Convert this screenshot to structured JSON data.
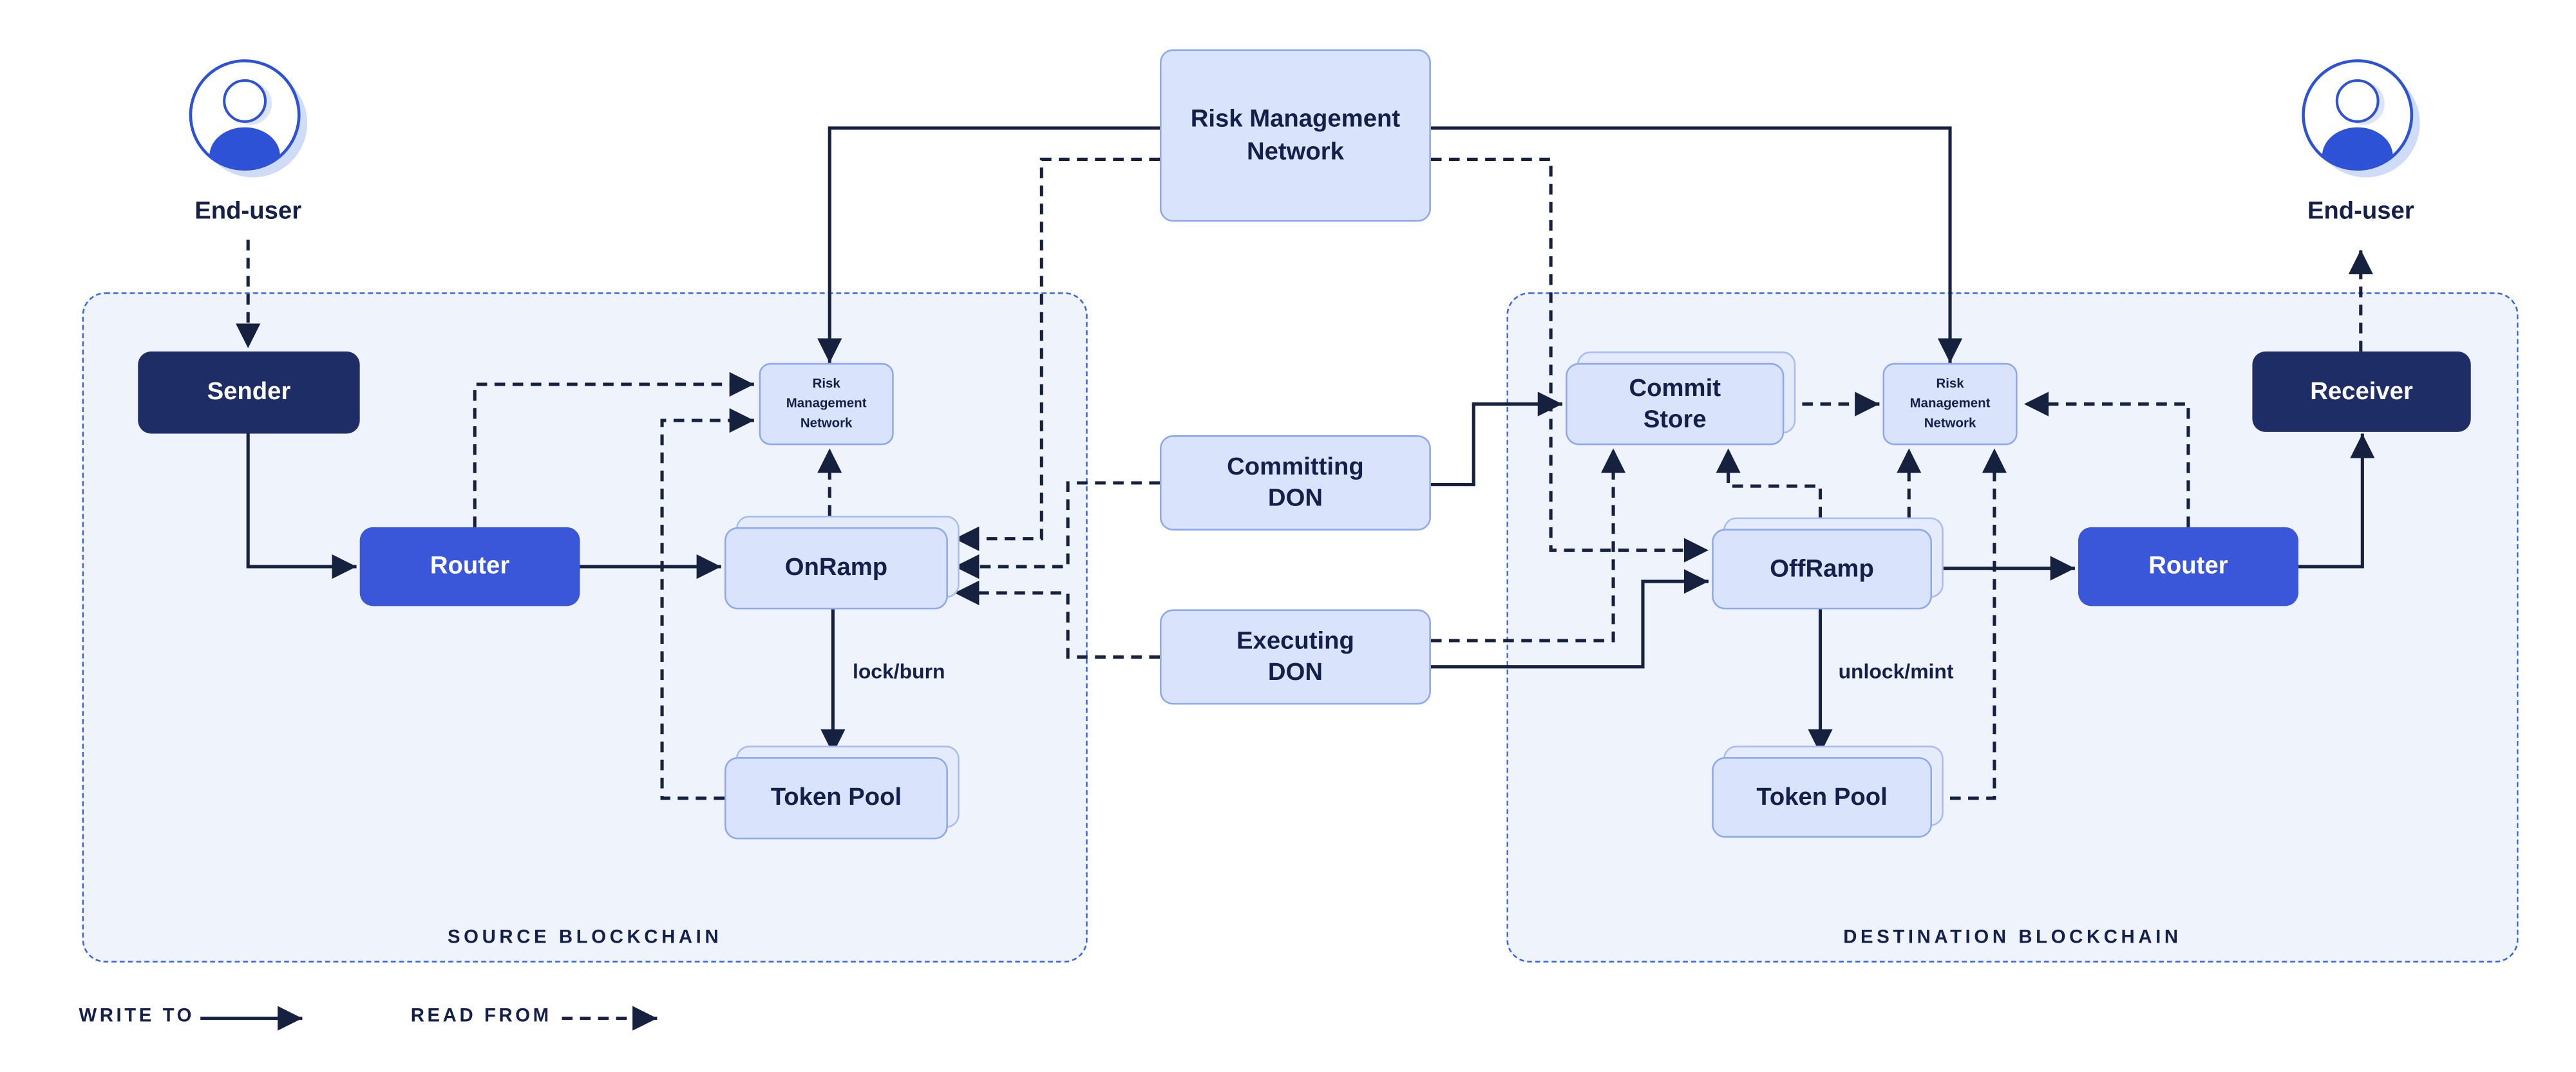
{
  "actors": {
    "left": "End-user",
    "right": "End-user"
  },
  "center": {
    "risk_management_network": "Risk Management Network",
    "committing_don": "Committing DON",
    "executing_don": "Executing DON"
  },
  "source": {
    "section_label": "SOURCE BLOCKCHAIN",
    "sender": "Sender",
    "router": "Router",
    "onramp": "OnRamp",
    "token_pool": "Token Pool",
    "risk_management_network": "Risk Management Network",
    "transfer_label": "lock/burn"
  },
  "destination": {
    "section_label": "DESTINATION BLOCKCHAIN",
    "commit_store": "Commit Store",
    "risk_management_network": "Risk Management Network",
    "offramp": "OffRamp",
    "router": "Router",
    "receiver": "Receiver",
    "token_pool": "Token Pool",
    "transfer_label": "unlock/mint"
  },
  "legend": {
    "write_to": "WRITE TO",
    "read_from": "READ FROM"
  },
  "colors": {
    "background": "#ffffff",
    "navy_box": "#1f2d66",
    "blue_box": "#3a57d9",
    "light_box": "#d9e3fb",
    "light_box_back": "#e4ecfc",
    "light_box_border": "#8da8ee",
    "light_box_border2": "#aabdf2",
    "container_fill": "#eef3fc",
    "container_border": "#3b66e2",
    "line": "#16213f",
    "text_dark": "#14204a",
    "text_light": "#ffffff",
    "avatar_blue": "#2e52d5",
    "avatar_shadow": "#cfdcf7"
  }
}
